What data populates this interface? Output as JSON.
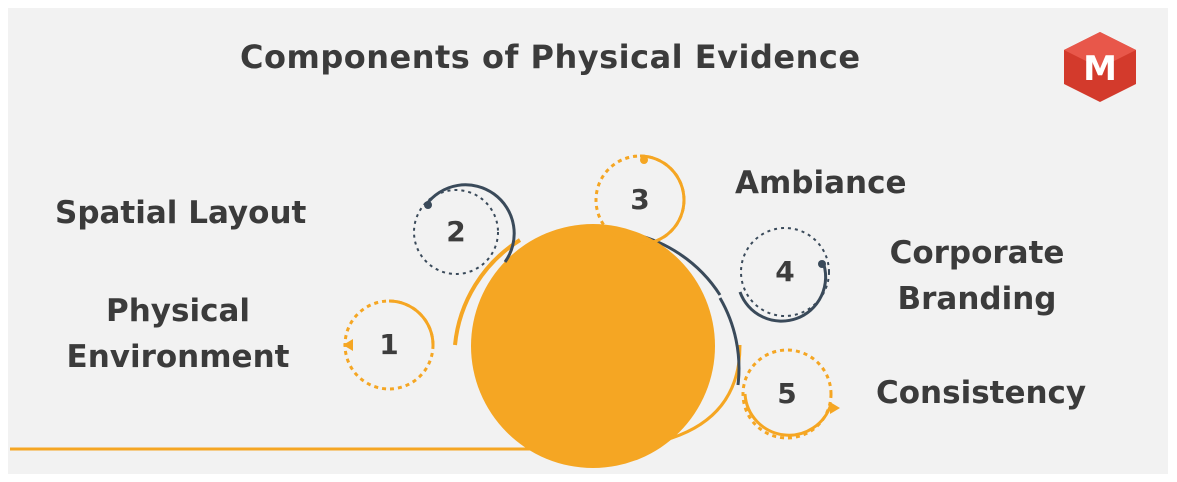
{
  "title": "Components of Physical Evidence",
  "logo": {
    "letter": "M",
    "color": "#d33a2c",
    "icon": "hexagon-logo-icon"
  },
  "colors": {
    "accent": "#f5a623",
    "dark_stroke": "#3a4a5a",
    "text": "#3b3b3b"
  },
  "items": [
    {
      "number": "1",
      "label_lines": [
        "Physical",
        "Environment"
      ]
    },
    {
      "number": "2",
      "label_lines": [
        "Spatial Layout"
      ]
    },
    {
      "number": "3",
      "label_lines": [
        "Ambiance"
      ]
    },
    {
      "number": "4",
      "label_lines": [
        "Corporate",
        "Branding"
      ]
    },
    {
      "number": "5",
      "label_lines": [
        "Consistency"
      ]
    }
  ]
}
